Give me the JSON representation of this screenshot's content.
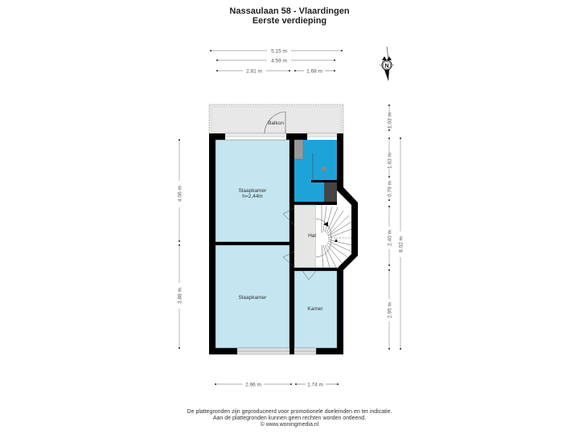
{
  "header": {
    "title": "Nassaulaan 58 - Vlaardingen",
    "subtitle": "Eerste verdieping"
  },
  "compass": {
    "label": "N",
    "icon": "north-arrow-icon"
  },
  "dimensions": {
    "top": [
      "5.15 m",
      "4.59 m",
      "2.81 m",
      "1.68 m"
    ],
    "bottom": [
      "2.96 m",
      "1.74 m"
    ],
    "left": [
      "4.06 m",
      "3.88 m"
    ],
    "right": [
      "1.03 m",
      "1.63 m",
      "0.79 m",
      "2.40 m",
      "2.95 m",
      "8.02 m"
    ]
  },
  "rooms": {
    "balcony": "Balkon",
    "bedroom1": {
      "name": "Slaapkamer",
      "height": "h=2,44m"
    },
    "bedroom2": "Slaapkamer",
    "hall": "Hal",
    "room": "Kamer"
  },
  "colors": {
    "room_fill": "#c3e6f0",
    "bathroom_fill": "#1ea3d8",
    "hall_fill": "#e6e6e4",
    "balcony_fill": "#e8e8e8",
    "wall": "#000000"
  },
  "footer": {
    "line1": "De plattegronden zijn geproduceerd voor promotionele doeleinden en ter indicatie.",
    "line2": "Aan de plattegronden kunnen geen rechten worden ontleend.",
    "line3": "© www.woningmedia.nl"
  }
}
